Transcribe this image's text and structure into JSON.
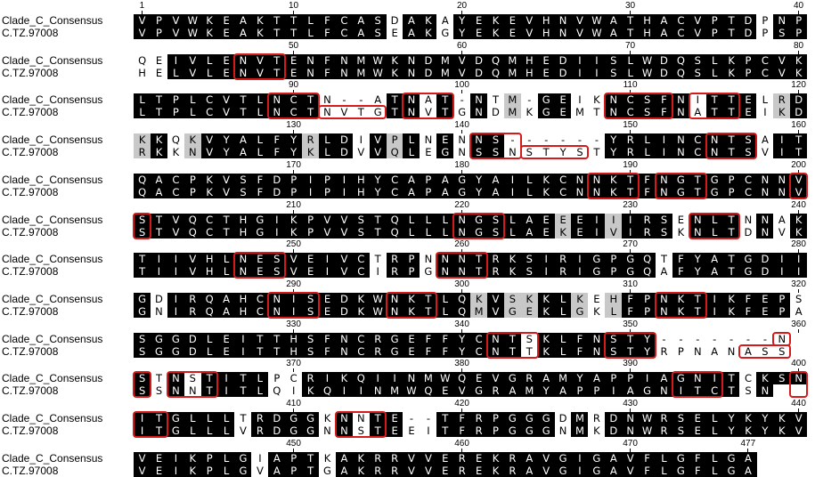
{
  "labels": {
    "consensus": "Clade_C_Consensus",
    "strain": "C.TZ.97008"
  },
  "colors": {
    "identical_bg": "#000000",
    "similar_bg": "#c8c8c8",
    "glycosylation_box": "#d61a1a"
  },
  "blocks": [
    {
      "start": 1,
      "ticks": [
        1,
        10,
        20,
        30,
        40
      ],
      "rows": [
        "VPVWKEAKTTLFCASDAKAYEKEVHNVWATHACVPTDPNP",
        "VPVWKEAKTTLFCASEAKGYEKEVHNVWATHACVPTDPSP"
      ],
      "marks": "IIIIIIIIIIIIIIIDIIDIIIIIIIIIIIIIIIIIIDII",
      "sites": []
    },
    {
      "start": 41,
      "ticks": [
        50,
        60,
        70,
        80
      ],
      "rows": [
        "QEIVLENVTENFNMWKNDMVDQMHEDIISLWDQSLKPCVK",
        "HELVLENVTENFNMWKNDMVDQMHEDIISLWDQSLKPCVK"
      ],
      "marks": "DDIIIIIIIIIIIIIIIIIIIIIIIIIIIIIIIIIIIIII",
      "sites": [
        [
          6,
          3,
          "both"
        ]
      ]
    },
    {
      "start": 81,
      "ticks": [
        90,
        100,
        110,
        120
      ],
      "rows": [
        "LTPLCVTLNCTN--ATNAT-NTM-GEIKNCSFNITTELRD",
        "LTPLCVTLNCTNVTGTNVTGNDMKGEMTNCSFNATTEIKD"
      ],
      "marks": "IIIIIIIIIIIDDDDIIDIDIDSDIIDDIIIIIDIIIDSI",
      "sites": [
        [
          8,
          3,
          "both"
        ],
        [
          11,
          4,
          "bot"
        ],
        [
          16,
          3,
          "both"
        ],
        [
          28,
          4,
          "both"
        ],
        [
          33,
          3,
          "both"
        ]
      ]
    },
    {
      "start": 121,
      "ticks": [
        130,
        140,
        150,
        160
      ],
      "rows": [
        "KKQKVYALFYRLDIVPLNENNS------YRLINCNTSAIT",
        "RKKNVYALFYKLDVVQLEGNSSNSTYSTYRLINCNTSVIT"
      ],
      "marks": "SIDSIIIIIISIIDISIDIDIIDDDDDDIIIIIIIIIDII",
      "sites": [
        [
          20,
          3,
          "both"
        ],
        [
          23,
          4,
          "bot"
        ],
        [
          34,
          3,
          "both"
        ]
      ]
    },
    {
      "start": 161,
      "ticks": [
        170,
        180,
        190,
        200
      ],
      "rows": [
        "QACPKVSFDPIPIHYCAPAGYAILKCNNKTFNGTGPCNNV",
        "QACPKVSFDPIPIHYCAPAGYAILKCNNKTFNGTGPCNNV"
      ],
      "marks": "IIIIIIIIIIIIIIIIIIIIIIIIIIIIIIIIIIIIIIII",
      "sites": [
        [
          27,
          3,
          "both"
        ],
        [
          31,
          3,
          "both"
        ],
        [
          39,
          1,
          "both"
        ]
      ]
    },
    {
      "start": 201,
      "ticks": [
        210,
        220,
        230,
        240
      ],
      "rows": [
        "STVQCTHGIKPVVSTQLLLNGSLAEEEIIIRSENLTNNAK",
        "STVQCTHGIKPVVSTQLLLNGSLAEKEIVIRSKNLTDNVK"
      ],
      "marks": "IIIIIIIIIIIIIIIIIIIIIIIIISIISIIIDIIIDIDI",
      "sites": [
        [
          0,
          1,
          "both"
        ],
        [
          19,
          3,
          "both"
        ],
        [
          33,
          3,
          "both"
        ]
      ]
    },
    {
      "start": 241,
      "ticks": [
        250,
        260,
        270,
        280
      ],
      "rows": [
        "TIIVHLNESVEIVCTRPNNNTRKSIRIGPGQTFYATGDII",
        "TIIVHLNESVEIVCIRPGNNTRKSIRIGPGQAFYATGDII"
      ],
      "marks": "IIIIIIIIIIIIIIDIIDIIIIIIIIIIIIIDIIIIIIII",
      "sites": [
        [
          6,
          3,
          "both"
        ],
        [
          18,
          3,
          "both"
        ]
      ]
    },
    {
      "start": 281,
      "ticks": [
        290,
        300,
        310,
        320
      ],
      "rows": [
        "GDIRQAHCNISEDKWNKTLQKVSKKLKEHFPNKTIKFEPS",
        "GNIRQAHCNISEDKWNKTLQMVGEKLGKLFPNKTIKFEPA"
      ],
      "marks": "IDIIIIIIIIIIIIIIIIIISISSIISDSIIIIIIIIIID",
      "sites": [
        [
          8,
          3,
          "both"
        ],
        [
          15,
          3,
          "both"
        ],
        [
          31,
          3,
          "both"
        ]
      ]
    },
    {
      "start": 321,
      "ticks": [
        330,
        340,
        350,
        360
      ],
      "rows": [
        "SGGDLEITTHSFNCRGEFFYCNTSKLFNSTY-------N",
        "SGGDLEITTHSFNCRGEFFYCNTTKLFNSTYRPNANASS"
      ],
      "marks": "IIIIIIIIIIIIIIIIIIIIIIIDIIIIIIIDDDDDDDD",
      "sites": [
        [
          21,
          3,
          "both"
        ],
        [
          28,
          3,
          "both"
        ],
        [
          38,
          1,
          "top"
        ],
        [
          36,
          3,
          "bot"
        ]
      ]
    },
    {
      "start": 361,
      "ticks": [
        370,
        380,
        390,
        400
      ],
      "rows": [
        "STNSTITLPCRIKQIINMWQEVGRAMYAPPIAGNITCKSN",
        "SSNNTITLQIKQIINMWQEVGRAMYAPPIAGNITCTSN"
      ],
      "marks": "IDIDIIIIDDIIIIIIIIIIIIIIIIIIIIIIIIIIDIII",
      "sites": [
        [
          0,
          1,
          "both"
        ],
        [
          2,
          3,
          "both"
        ],
        [
          32,
          3,
          "both"
        ],
        [
          39,
          1,
          "both"
        ]
      ]
    },
    {
      "start": 401,
      "ticks": [
        410,
        420,
        430,
        440
      ],
      "rows": [
        "ITGLLLTRDGGKNNTE--TFRPGGGDMRDNWRSELYKYKV",
        "ITGLLLVRDGGNNSTEEITFRPGGGNMKDNWRSELYKYKV"
      ],
      "marks": "IIIIIIDIIIIDIDIIDDIIIIIIIDIDIIIIIIIIIIII",
      "sites": [
        [
          0,
          2,
          "both"
        ],
        [
          12,
          3,
          "both"
        ]
      ]
    },
    {
      "start": 441,
      "ticks": [
        450,
        460,
        470,
        477
      ],
      "rows": [
        "VEIKPLGIAPTKAKRRVVEREKRAVGIGAVFLGFLGA",
        "VEIKPLGVAPTGAKRRVVEREKRAVGIGAVFLGFLGA"
      ],
      "marks": "IIIIIIIDIIIDIIIIIIIIIIIIIIIIIIIIIIIII",
      "sites": []
    }
  ]
}
